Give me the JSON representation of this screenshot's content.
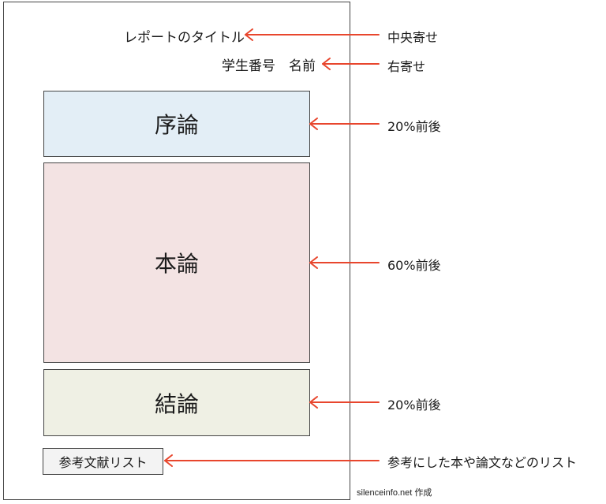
{
  "page": {
    "title": "レポートのタイトル",
    "author_line": "学生番号　名前",
    "sections": [
      {
        "id": "intro",
        "label": "序論",
        "proportion": "20%前後",
        "color": "#e3eef6"
      },
      {
        "id": "main",
        "label": "本論",
        "proportion": "60%前後",
        "color": "#f3e3e3"
      },
      {
        "id": "conclusion",
        "label": "結論",
        "proportion": "20%前後",
        "color": "#eff0e4"
      }
    ],
    "references": {
      "label": "参考文献リスト"
    }
  },
  "annotations": {
    "title": "中央寄せ",
    "author": "右寄せ",
    "intro": "20%前後",
    "main": "60%前後",
    "conclusion": "20%前後",
    "references": "参考にした本や論文などのリスト"
  },
  "credit": "silenceinfo.net 作成",
  "arrow_color": "#e8462d"
}
